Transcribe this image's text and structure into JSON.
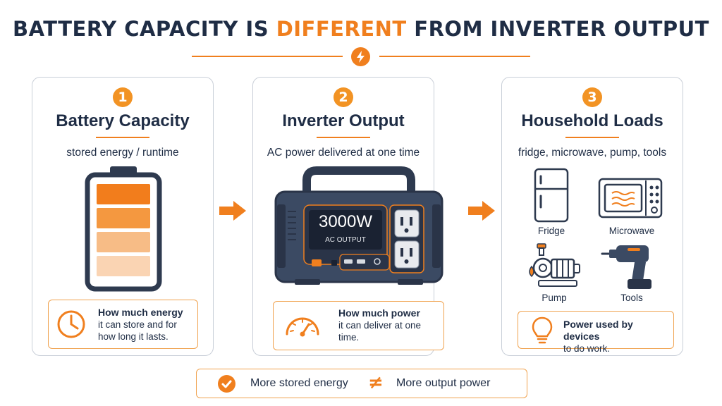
{
  "header": {
    "title_part1": "BATTERY CAPACITY IS ",
    "title_highlight": "DIFFERENT",
    "title_part2": " FROM INVERTER OUTPUT"
  },
  "colors": {
    "accent": "#f07f1e",
    "navy": "#1f2d45",
    "border": "#c9cfd8"
  },
  "panels": [
    {
      "number": "1",
      "title": "Battery Capacity",
      "subtitle": "stored energy / runtime",
      "note_bold": "How much energy",
      "note_rest": "it can store and for how long it lasts.",
      "icon": "clock-icon"
    },
    {
      "number": "2",
      "title": "Inverter Output",
      "subtitle": "AC power delivered at one time",
      "display_value": "3000W",
      "display_label": "AC OUTPUT",
      "note_bold": "How much power",
      "note_rest": "it can deliver at one time.",
      "icon": "gauge-icon"
    },
    {
      "number": "3",
      "title": "Household Loads",
      "subtitle": "fridge, microwave, pump, tools",
      "loads": [
        "Fridge",
        "Microwave",
        "Pump",
        "Tools"
      ],
      "note_bold": "Power used by devices",
      "note_rest": "to do work.",
      "icon": "lightbulb-icon"
    }
  ],
  "footer": {
    "left": "More stored energy",
    "symbol": "≠",
    "right": "More output power"
  }
}
